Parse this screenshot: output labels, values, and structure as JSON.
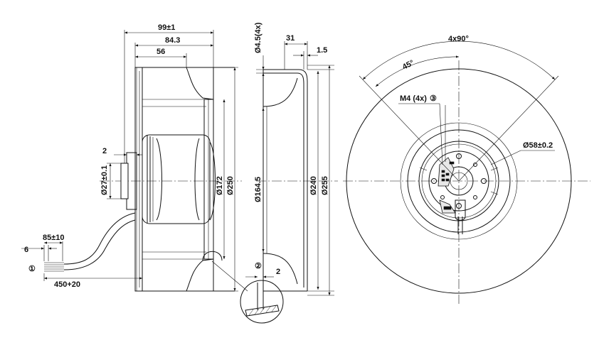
{
  "side_view": {
    "dim_length_total": "99±1",
    "dim_length_84": "84.3",
    "dim_length_56": "56",
    "dim_flange": "2",
    "dim_shaft_dia": "Ø27±0.1",
    "dim_inlet_dia": "Ø172",
    "dim_outer_dia": "Ø250",
    "dim_cable_strip": "6",
    "dim_cable_85": "85±10",
    "dim_cable_length": "450+20",
    "callout_1": "①"
  },
  "section_view": {
    "dim_hole": "Ø4.5(4x)",
    "dim_depth_31": "31",
    "dim_thickness": "1.5",
    "dim_bolt_circle": "Ø164.5",
    "dim_dia_240": "Ø240",
    "dim_dia_255": "Ø255",
    "callout_2": "②",
    "dim_detail_2": "2"
  },
  "front_view": {
    "dim_spacing": "4x90°",
    "dim_angle": "45°",
    "thread_label": "M4 (4x)",
    "callout_3": "③",
    "dim_hub_dia": "Ø58±0.2"
  }
}
